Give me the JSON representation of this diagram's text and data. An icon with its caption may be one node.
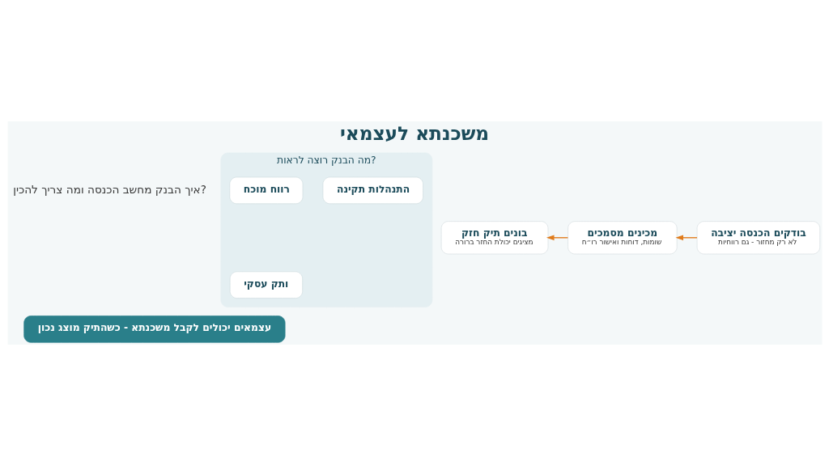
{
  "diagram": {
    "title": "משכנתא לעצמאי",
    "nodes": [
      {
        "text": [
          "בודקים הכנסה יציבה",
          "לא רק מחזור - גם רווחיות"
        ]
      },
      {
        "text": [
          "מכינים מסמכים",
          "שומות, דוחות ואישור רו״ח"
        ]
      },
      {
        "text": [
          "בונים תיק חזק",
          "מציגים יכולת החזר ברורה"
        ]
      },
      {
        "text": [
          "מה הבנק רוצה לראות?"
        ]
      },
      {
        "text": [
          "רווח מוכח"
        ],
        "in": 3
      },
      {
        "text": [
          "ותק עסקי"
        ],
        "in": 3
      },
      {
        "text": [
          "התנהלות תקינה"
        ],
        "in": 3
      },
      {
        "text": [
          "עצמאים יכולים לקבל משכנתא - כשהתיק מוצג נכון"
        ]
      }
    ],
    "edges": [
      {
        "from": 0,
        "to": 1,
        "arrow": "to"
      },
      {
        "from": 1,
        "to": 2,
        "arrow": "to"
      }
    ],
    "labels": [
      "איך הבנק מחשב הכנסה ומה צריך להכין?"
    ]
  }
}
